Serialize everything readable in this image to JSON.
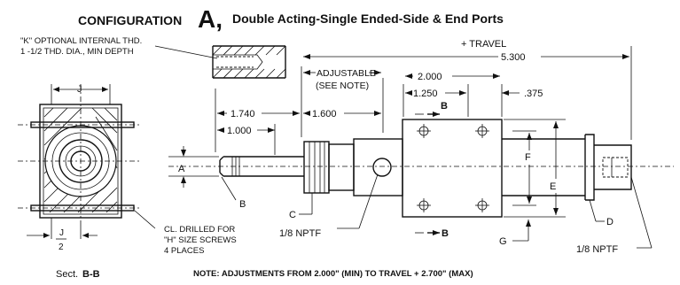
{
  "header": {
    "configuration": "CONFIGURATION",
    "letter": "A,",
    "subtitle": "Double Acting-Single Ended-Side & End Ports"
  },
  "notes": {
    "k_note_line1": "\"K\" OPTIONAL INTERNAL THD.",
    "k_note_line2": "1 -1/2 THD. DIA., MIN DEPTH",
    "bottom_note": "NOTE: ADJUSTMENTS FROM 2.000\" (MIN)   TO TRAVEL + 2.700\" (MAX)",
    "drill_line1": "CL. DRILLED FOR",
    "drill_line2": "\"H\" SIZE SCREWS",
    "drill_line3": "4 PLACES"
  },
  "section": {
    "label": "Sect.",
    "name": "B-B",
    "j_label": "J",
    "j_half_num": "J",
    "j_half_den": "2"
  },
  "dimensions": {
    "overall": "5.300",
    "travel": "+ TRAVEL",
    "adjustable": "ADJUSTABLE",
    "see_note": "(SEE NOTE)",
    "d2000": "2.000",
    "d1250": "1.250",
    "d375": ".375",
    "d1740": "1.740",
    "d1600": "1.600",
    "d1000": "1.000"
  },
  "labels": {
    "A": "A",
    "B": "B",
    "C": "C",
    "D": "D",
    "E": "E",
    "F": "F",
    "G": "G",
    "section_B_top": "B",
    "section_B_bottom": "B",
    "port_side": "1/8  NPTF",
    "port_end": "1/8  NPTF"
  }
}
